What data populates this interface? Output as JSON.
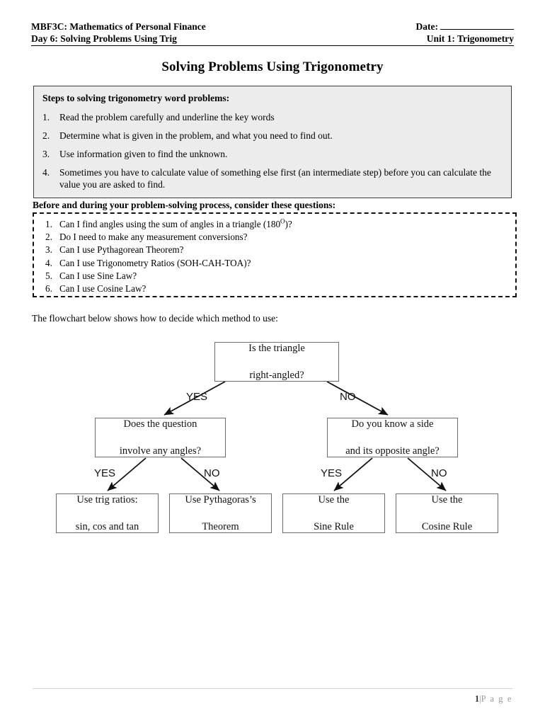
{
  "header": {
    "course_line": "MBF3C: Mathematics of Personal Finance",
    "day_line": "Day 6: Solving Problems Using Trig",
    "date_label": "Date:",
    "unit_line": "Unit 1: Trigonometry"
  },
  "title": "Solving Problems Using Trigonometry",
  "steps_box": {
    "heading": "Steps to solving trigonometry word problems:",
    "items": [
      {
        "num": "1.",
        "text": "Read the problem carefully and underline the key words"
      },
      {
        "num": "2.",
        "text": "Determine what is given in the problem, and what you need to find out."
      },
      {
        "num": "3.",
        "text": "Use information given to find the unknown."
      },
      {
        "num": "4.",
        "text": "Sometimes you have to calculate value of something else first (an intermediate step) before you can calculate the value you are asked to find."
      }
    ],
    "background_color": "#ececec",
    "border_color": "#3a3a3a"
  },
  "consider_heading": "Before and during your problem-solving process, consider these questions:",
  "questions_box": {
    "items": [
      {
        "num": "1.",
        "text_before": "Can I find angles using the sum of angles in a triangle (180",
        "superscript": "O",
        "text_after": ")?"
      },
      {
        "num": "2.",
        "text_before": "Do I need to make any measurement conversions?",
        "superscript": "",
        "text_after": ""
      },
      {
        "num": "3.",
        "text_before": "Can I use Pythagorean Theorem?",
        "superscript": "",
        "text_after": ""
      },
      {
        "num": "4.",
        "text_before": "Can I use Trigonometry Ratios (SOH-CAH-TOA)?",
        "superscript": "",
        "text_after": ""
      },
      {
        "num": "5.",
        "text_before": "Can I use Sine Law?",
        "superscript": "",
        "text_after": ""
      },
      {
        "num": "6.",
        "text_before": "Can I use Cosine Law?",
        "superscript": "",
        "text_after": ""
      }
    ],
    "border_style": "dashed"
  },
  "flow_intro": "The flowchart below shows how to decide which method to use:",
  "flowchart": {
    "root": {
      "line1": "Is the triangle",
      "line2": "right-angled?"
    },
    "level2_left": {
      "line1": "Does the question",
      "line2": "involve any angles?"
    },
    "level2_right": {
      "line1": "Do you know a side",
      "line2": "and its opposite angle?"
    },
    "leaf1": {
      "line1": "Use trig ratios:",
      "line2": "sin, cos and tan"
    },
    "leaf2": {
      "line1": "Use Pythagoras’s",
      "line2": "Theorem"
    },
    "leaf3": {
      "line1": "Use the",
      "line2": "Sine Rule"
    },
    "leaf4": {
      "line1": "Use the",
      "line2": "Cosine Rule"
    },
    "labels": {
      "root_yes": "YES",
      "root_no": "NO",
      "left_yes": "YES",
      "left_no": "NO",
      "right_yes": "YES",
      "right_no": "NO"
    }
  },
  "footer": {
    "page_number": "1",
    "separator": "|",
    "page_word": "P a g e"
  }
}
